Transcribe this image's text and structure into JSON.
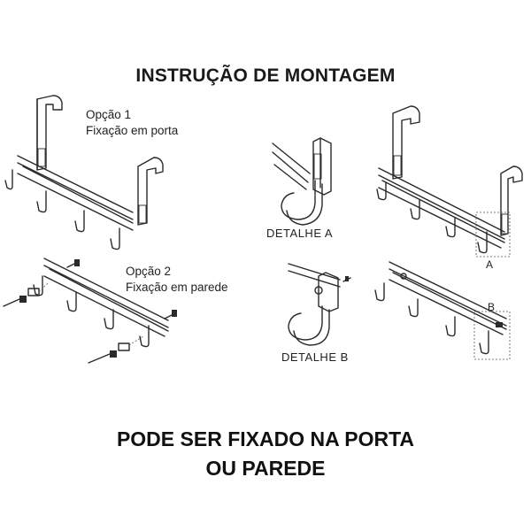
{
  "title": "INSTRUÇÃO DE MONTAGEM",
  "option1": {
    "line1": "Opção 1",
    "line2": "Fixação em porta"
  },
  "option2": {
    "line1": "Opção 2",
    "line2": "Fixação em parede"
  },
  "detail_a": "DETALHE A",
  "detail_b": "DETALHE B",
  "marker_a": "A",
  "marker_b": "B",
  "footer": {
    "line1": "PODE SER FIXADO NA PORTA",
    "line2": "OU PAREDE"
  }
}
